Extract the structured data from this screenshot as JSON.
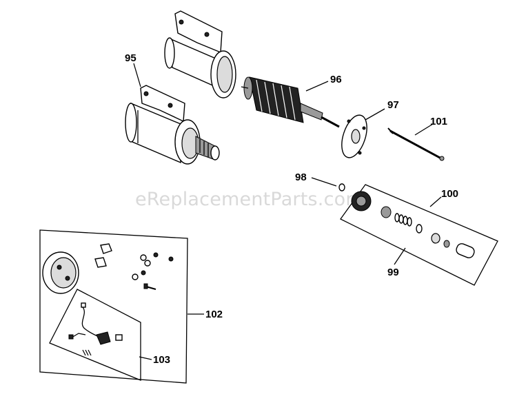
{
  "watermark": "eReplacementParts.com",
  "callouts": {
    "p95": "95",
    "p96": "96",
    "p97": "97",
    "p98": "98",
    "p99": "99",
    "p100": "100",
    "p101": "101",
    "p102": "102",
    "p103": "103"
  }
}
